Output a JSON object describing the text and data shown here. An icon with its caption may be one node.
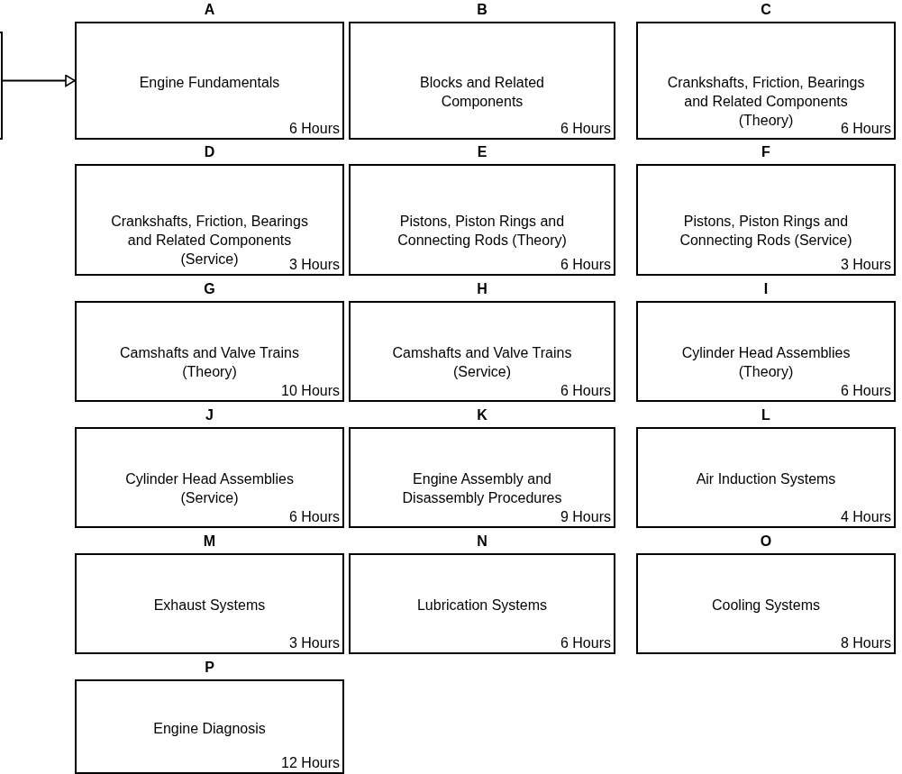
{
  "diagram": {
    "nodes": [
      {
        "text": [],
        "shape": "box"
      },
      {
        "text": [
          "A",
          "Engine Fundamentals",
          "6 Hours"
        ]
      },
      {
        "text": [
          "B",
          "Blocks and Related Components",
          "6 Hours"
        ]
      },
      {
        "text": [
          "C",
          "Crankshafts, Friction, Bearings and Related Components (Theory)",
          "6 Hours"
        ]
      },
      {
        "text": [
          "D",
          "Crankshafts, Friction, Bearings and Related Components (Service)",
          "3 Hours"
        ]
      },
      {
        "text": [
          "E",
          "Pistons, Piston Rings and Connecting Rods (Theory)",
          "6 Hours"
        ]
      },
      {
        "text": [
          "F",
          "Pistons, Piston Rings and Connecting Rods (Service)",
          "3 Hours"
        ]
      },
      {
        "text": [
          "G",
          "Camshafts and Valve Trains (Theory)",
          "10 Hours"
        ]
      },
      {
        "text": [
          "H",
          "Camshafts and Valve Trains (Service)",
          "6 Hours"
        ]
      },
      {
        "text": [
          "I",
          "Cylinder Head Assemblies (Theory)",
          "6 Hours"
        ]
      },
      {
        "text": [
          "J",
          "Cylinder Head Assemblies (Service)",
          "6 Hours"
        ]
      },
      {
        "text": [
          "K",
          "Engine Assembly and Disassembly Procedures",
          "9 Hours"
        ]
      },
      {
        "text": [
          "L",
          "Air Induction Systems",
          "4 Hours"
        ]
      },
      {
        "text": [
          "M",
          "Exhaust Systems",
          "3 Hours"
        ]
      },
      {
        "text": [
          "N",
          "Lubrication Systems",
          "6 Hours"
        ]
      },
      {
        "text": [
          "O",
          "Cooling Systems",
          "8 Hours"
        ]
      },
      {
        "text": [
          "P",
          "Engine Diagnosis",
          "12 Hours"
        ]
      }
    ],
    "edges": [
      {
        "from": 0,
        "to": 1,
        "arrow": "to"
      }
    ]
  }
}
